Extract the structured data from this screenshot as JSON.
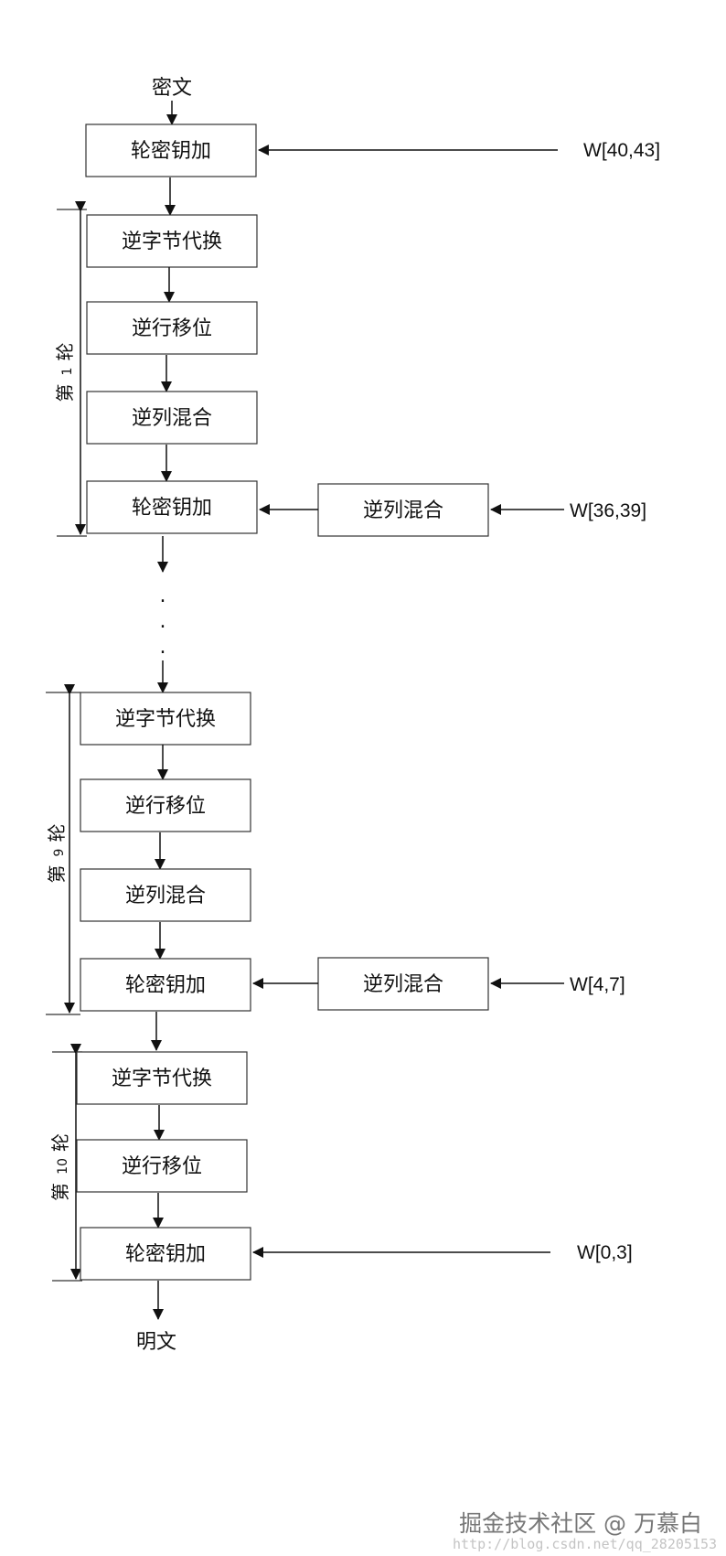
{
  "diagram": {
    "input_label": "密文",
    "output_label": "明文",
    "ellipsis": ".",
    "initial": {
      "add_round_key": "轮密钥加",
      "key": "W[40,43]"
    },
    "round1": {
      "label": "第",
      "number": "1",
      "suffix": "轮",
      "inv_sub_bytes": "逆字节代换",
      "inv_shift_rows": "逆行移位",
      "inv_mix_columns": "逆列混合",
      "add_round_key": "轮密钥加",
      "key_mix_columns": "逆列混合",
      "key": "W[36,39]"
    },
    "round9": {
      "label": "第",
      "number": "9",
      "suffix": "轮",
      "inv_sub_bytes": "逆字节代换",
      "inv_shift_rows": "逆行移位",
      "inv_mix_columns": "逆列混合",
      "add_round_key": "轮密钥加",
      "key_mix_columns": "逆列混合",
      "key": "W[4,7]"
    },
    "round10": {
      "label": "第",
      "number": "10",
      "suffix": "轮",
      "inv_sub_bytes": "逆字节代换",
      "inv_shift_rows": "逆行移位",
      "add_round_key": "轮密钥加",
      "key": "W[0,3]"
    }
  },
  "watermark": {
    "text": "掘金技术社区 @ 万慕白",
    "url": "http://blog.csdn.net/qq_28205153"
  }
}
